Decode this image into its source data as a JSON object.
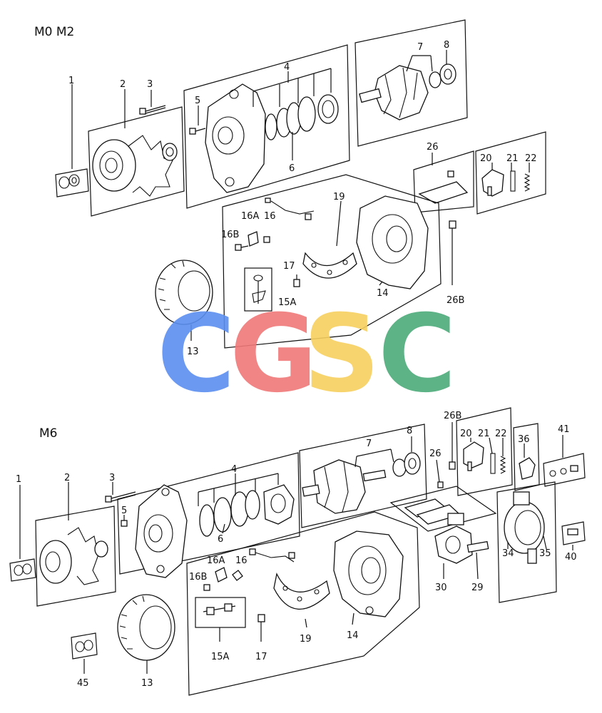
{
  "sections": {
    "top_title": "M0 M2",
    "bottom_title": "M6"
  },
  "watermark": {
    "text": "CGSC",
    "letters": [
      "C",
      "G",
      "S",
      "C"
    ],
    "colors": [
      "#5b8ff0",
      "#f07878",
      "#f8d060",
      "#4caa7a"
    ]
  },
  "top_labels": {
    "l1": "1",
    "l2": "2",
    "l3": "3",
    "l4": "4",
    "l5": "5",
    "l6": "6",
    "l7": "7",
    "l8": "8",
    "l13": "13",
    "l14": "14",
    "l15a": "15A",
    "l16": "16",
    "l16a": "16A",
    "l16b": "16B",
    "l17": "17",
    "l19": "19",
    "l20": "20",
    "l21": "21",
    "l22": "22",
    "l26": "26",
    "l26b": "26B"
  },
  "bottom_labels": {
    "l1": "1",
    "l2": "2",
    "l3": "3",
    "l4": "4",
    "l5": "5",
    "l6": "6",
    "l7": "7",
    "l8": "8",
    "l13": "13",
    "l14": "14",
    "l15a": "15A",
    "l16": "16",
    "l16a": "16A",
    "l16b": "16B",
    "l17": "17",
    "l19": "19",
    "l20": "20",
    "l21": "21",
    "l22": "22",
    "l26": "26",
    "l26b": "26B",
    "l29": "29",
    "l30": "30",
    "l34": "34",
    "l35": "35",
    "l36": "36",
    "l40": "40",
    "l41": "41",
    "l45": "45"
  }
}
